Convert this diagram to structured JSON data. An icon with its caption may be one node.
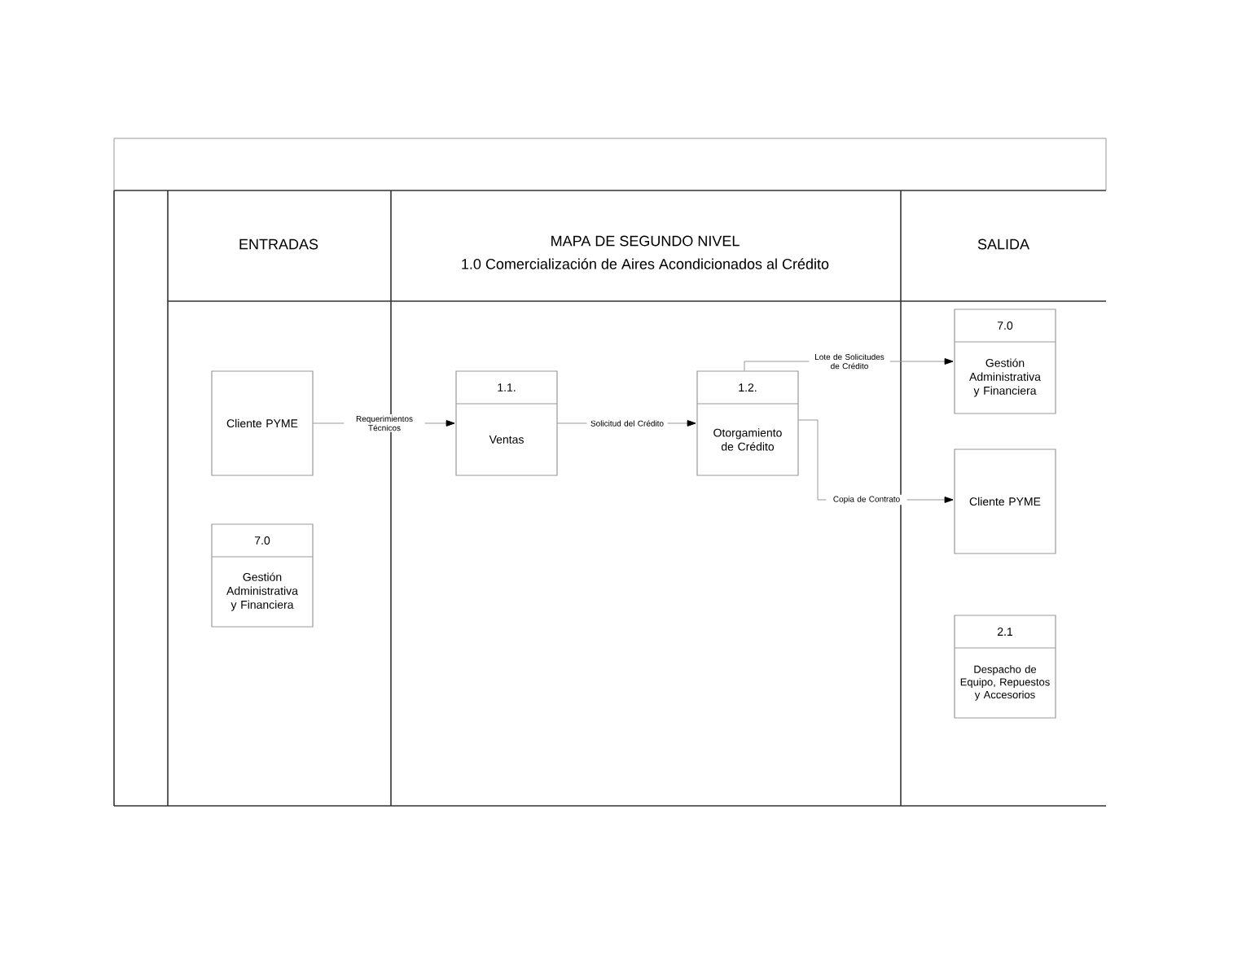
{
  "diagram": {
    "title": "MAPA DE SEGUNDO NIVEL",
    "nodes": [
      {
        "text": [
          "Cliente PYME"
        ]
      },
      {
        "text": [
          "7.0",
          "Gestión Administrativa y Financiera"
        ]
      },
      {
        "text": [
          "1.1.",
          "Ventas"
        ]
      },
      {
        "text": [
          "1.2.",
          "Otorgamiento de Crédito"
        ]
      },
      {
        "text": [
          "7.0",
          "Gestión Administrativa y Financiera"
        ]
      },
      {
        "text": [
          "Cliente PYME"
        ]
      },
      {
        "text": [
          "2.1",
          "Despacho de Equipo, Repuestos y Accesorios"
        ]
      }
    ],
    "edges": [
      {
        "from": 0,
        "to": 2,
        "arrow": "to",
        "label": "Requerimientos Técnicos"
      },
      {
        "from": 2,
        "to": 3,
        "arrow": "to",
        "label": "Solicitud del Crédito"
      },
      {
        "from": 3,
        "to": 4,
        "arrow": "to",
        "label": "Lote de Solicitudes de Crédito"
      },
      {
        "from": 3,
        "to": 5,
        "arrow": "to",
        "label": "Copia de Contrato"
      }
    ],
    "labels": [
      "ENTRADAS",
      "1.0 Comercialización de Aires Acondicionados al Crédito",
      "SALIDA"
    ]
  }
}
